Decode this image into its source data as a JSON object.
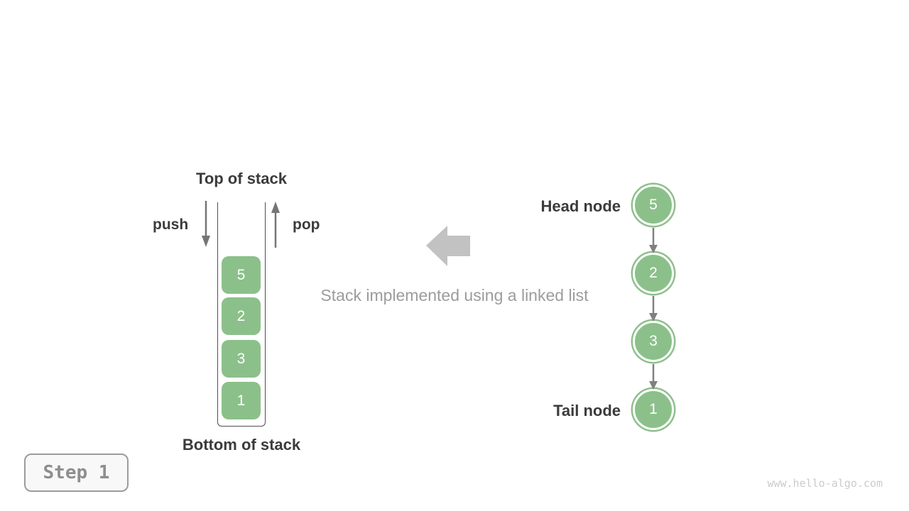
{
  "figure": {
    "caption": "Stack implemented using a linked list",
    "step_badge": "Step 1",
    "watermark": "www.hello-algo.com"
  },
  "stack": {
    "top_label": "Top of stack",
    "bottom_label": "Bottom of stack",
    "push_label": "push",
    "pop_label": "pop",
    "items": [
      "5",
      "2",
      "3",
      "1"
    ]
  },
  "linked_list": {
    "head_label": "Head node",
    "tail_label": "Tail node",
    "nodes": [
      "5",
      "2",
      "3",
      "1"
    ]
  },
  "icons": {
    "push_arrow": "down-arrow-icon",
    "pop_arrow": "up-arrow-icon",
    "transform_arrow": "left-block-arrow-icon",
    "link_arrow": "down-arrow-icon"
  },
  "colors": {
    "node_green": "#8cc08a",
    "dark_text": "#3b3b3b",
    "caption_gray": "#9c9c9c",
    "push_pop_arrow_gray": "#757575",
    "block_arrow_gray": "#c2c2c2",
    "connector_gray": "#808080",
    "container_border": "#4f4f4f",
    "step_text_gray": "#8e8e8e",
    "watermark_gray": "#cbcbcb"
  }
}
